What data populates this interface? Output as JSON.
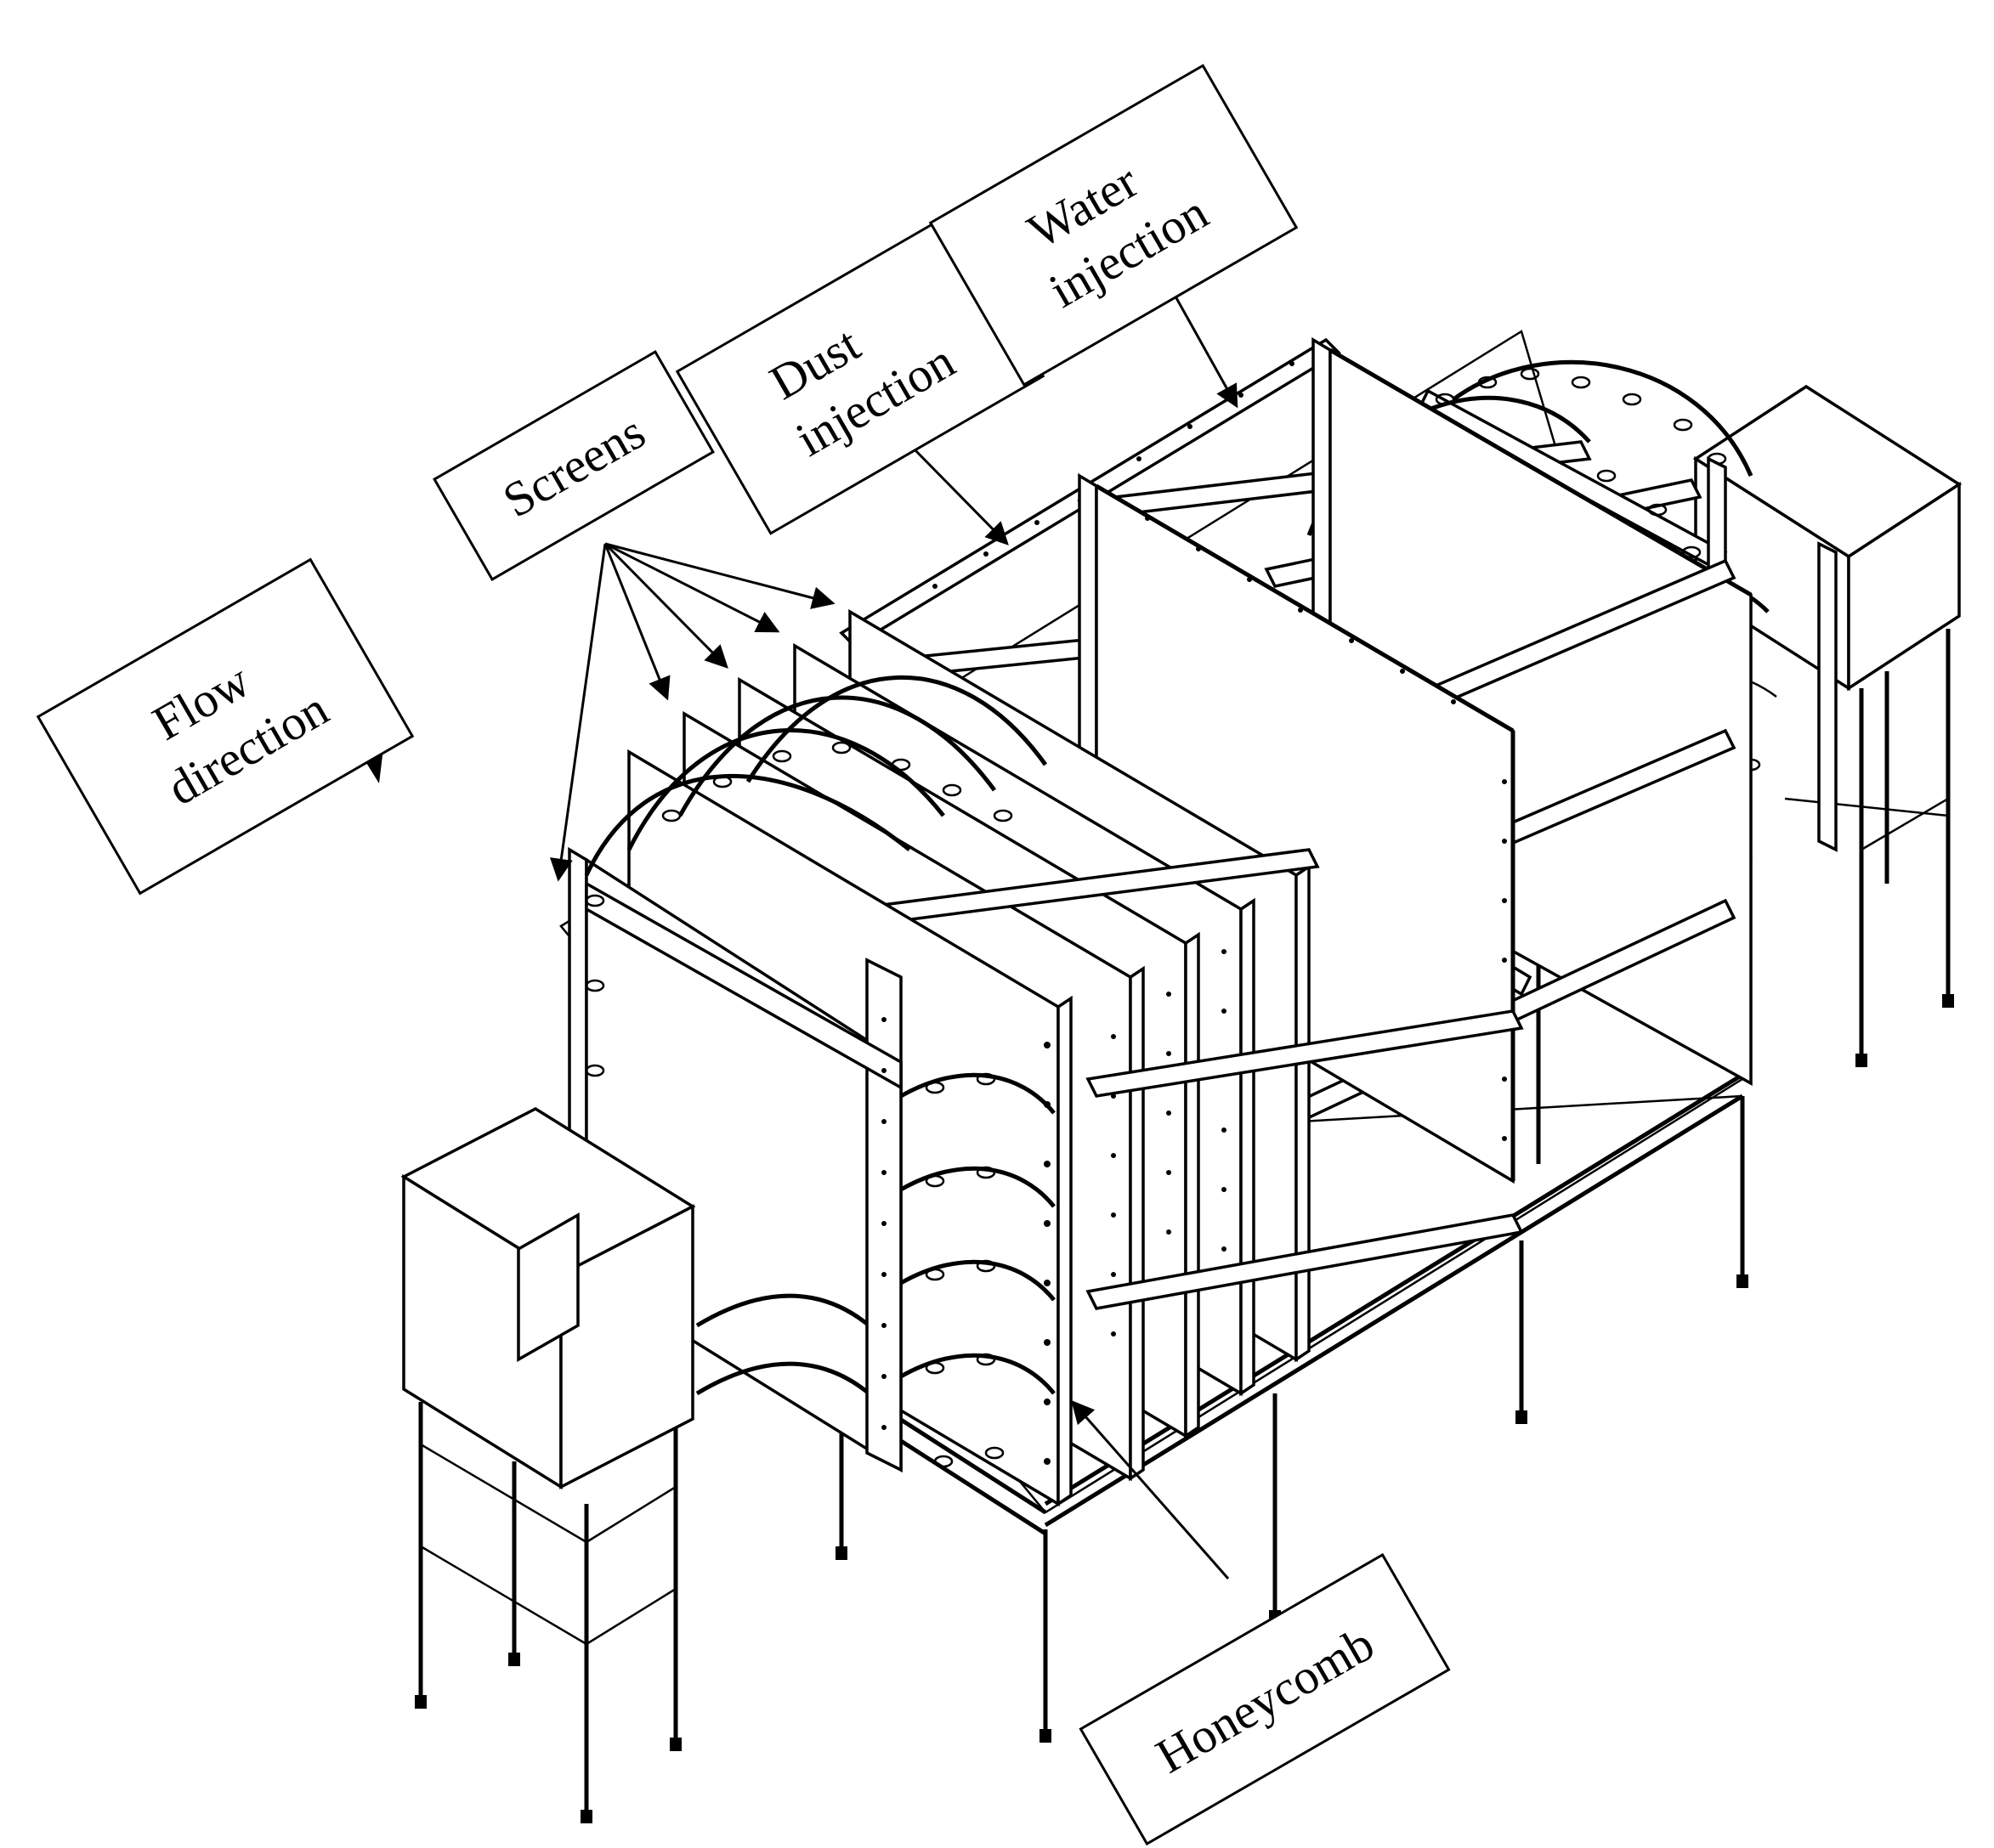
{
  "labels": {
    "flow_line1": "Flow",
    "flow_line2": "direction",
    "screens": "Screens",
    "dust_line1": "Dust",
    "dust_line2": "injection",
    "water_line1": "Water",
    "water_line2": "injection",
    "honeycomb": "Honeycomb"
  }
}
